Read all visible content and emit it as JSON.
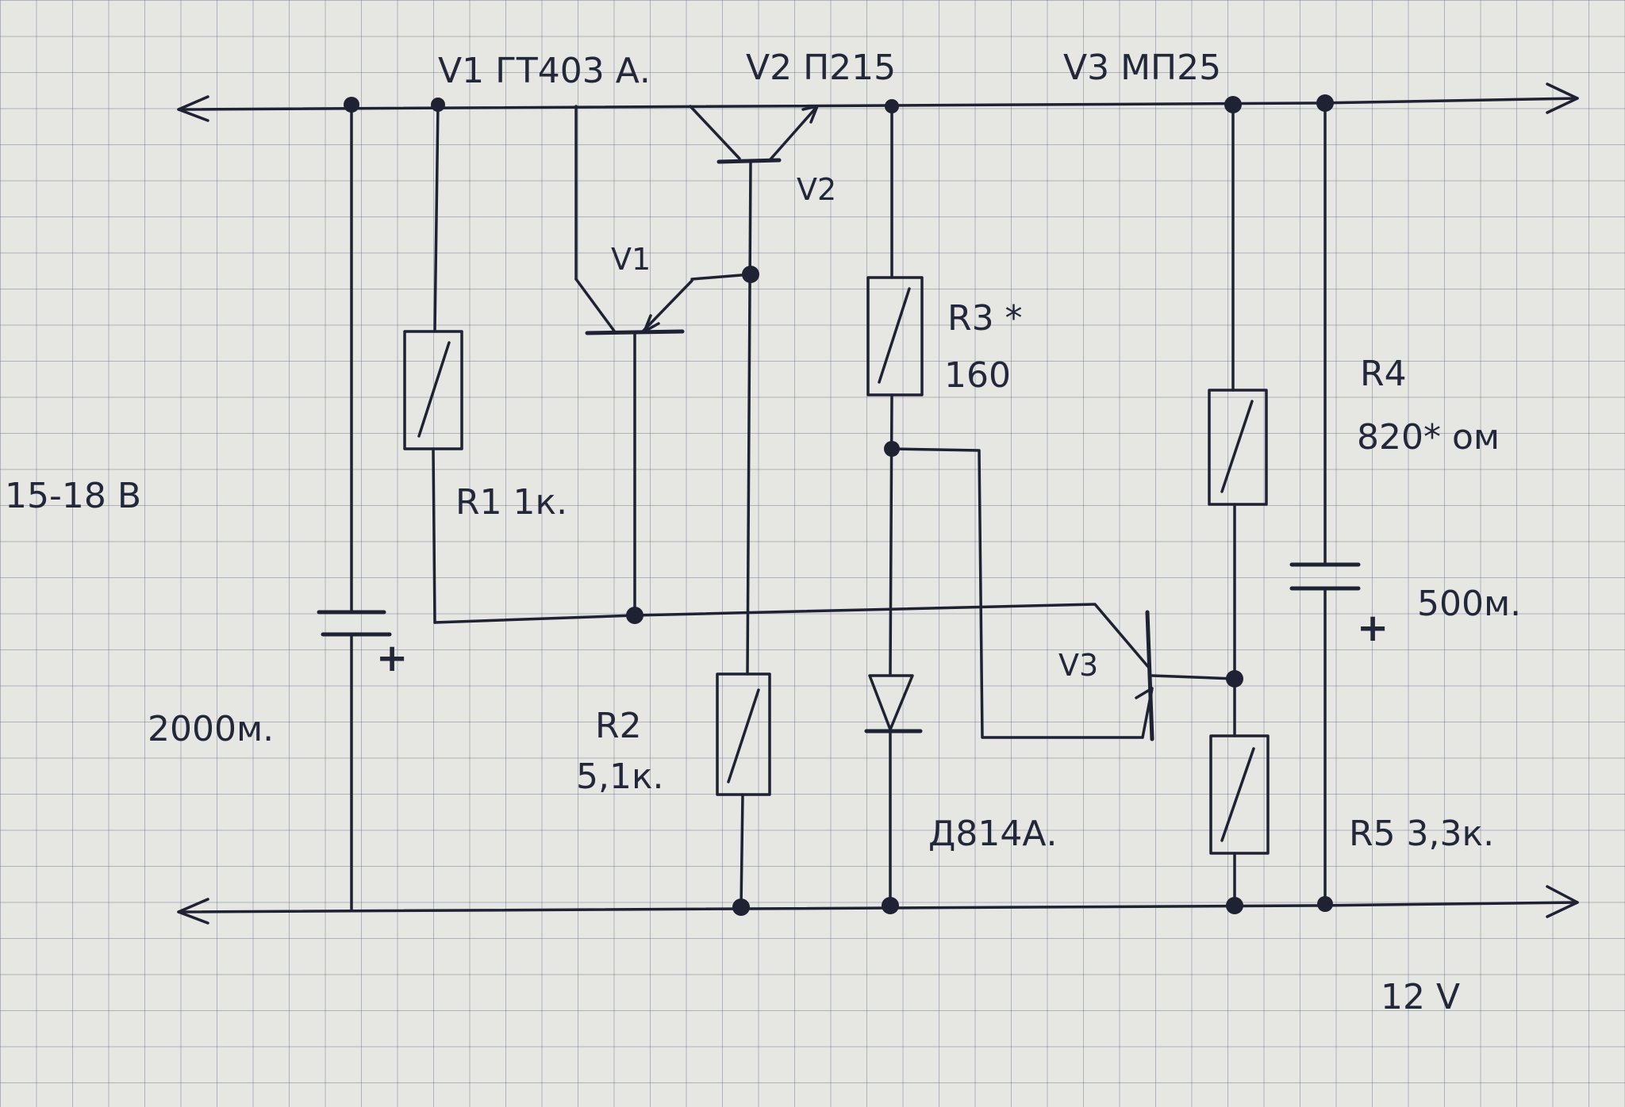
{
  "labels": {
    "v1_header": "V1 ГТ403 А.",
    "v2_header": "V2 П215",
    "v3_header": "V3 МП25",
    "v1": "V1",
    "v2": "V2",
    "v3": "V3",
    "r1": "R1 1к.",
    "r2_name": "R2",
    "r2_value": "5,1к.",
    "r3_name": "R3 *",
    "r3_value": "160",
    "r4_name": "R4",
    "r4_value": "820* ом",
    "r5": "R5 3,3к.",
    "diode": "Д814А.",
    "input_voltage": "15-18 В",
    "c1_value": "2000м.",
    "c2_value": "500м.",
    "output_voltage": "12 V",
    "plus": "+"
  }
}
